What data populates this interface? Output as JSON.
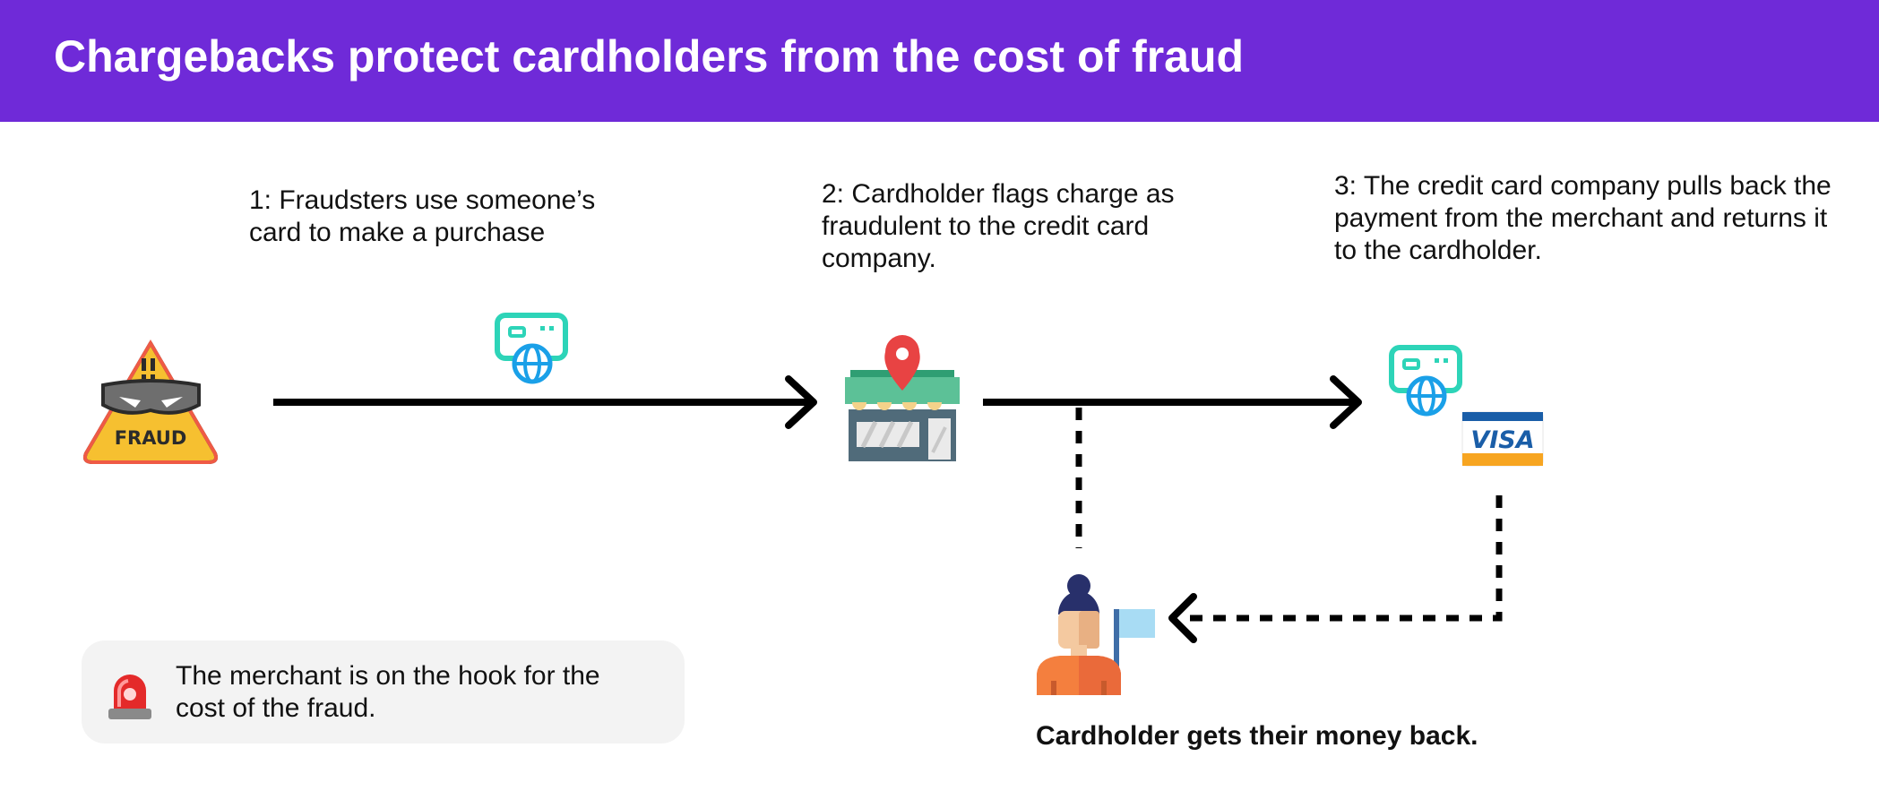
{
  "header": {
    "title": "Chargebacks protect cardholders from the cost of fraud",
    "background_color": "#6f2ad8"
  },
  "steps": [
    {
      "text": "1: Fraudsters use someone’s card to make a purchase"
    },
    {
      "text": "2: Cardholder flags charge as fraudulent to the credit card company."
    },
    {
      "text": "3: The credit card company pulls back the payment from the merchant and returns it to the cardholder."
    }
  ],
  "icons": {
    "fraud": {
      "name": "fraud-warning-icon",
      "label": "FRAUD"
    },
    "card_online_1": {
      "name": "online-card-payment-icon"
    },
    "store": {
      "name": "store-location-icon"
    },
    "card_online_2": {
      "name": "online-card-payment-icon"
    },
    "visa": {
      "name": "visa-card-icon",
      "label": "VISA"
    },
    "cardholder": {
      "name": "cardholder-person-icon"
    },
    "siren": {
      "name": "siren-icon"
    }
  },
  "note": {
    "text": "The merchant is on the hook for the cost of the fraud."
  },
  "caption": "Cardholder gets their money back."
}
